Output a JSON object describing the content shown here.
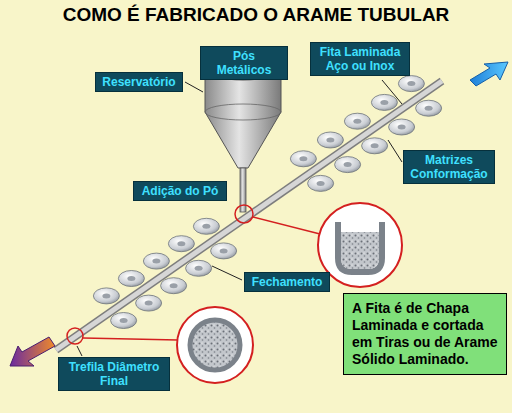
{
  "diagram": {
    "title": "COMO É FABRICADO O ARAME TUBULAR",
    "nodes": [
      {
        "text": [
          "Pós Metálicos"
        ]
      },
      {
        "text": [
          "Reservatório"
        ]
      },
      {
        "text": [
          "Fita Laminada Aço ou Inox"
        ]
      },
      {
        "text": [
          "Matrizes Conformação"
        ]
      },
      {
        "text": [
          "Adição do Pó"
        ]
      },
      {
        "text": [
          "Fechamento"
        ]
      },
      {
        "text": [
          "Trefila Diâmetro Final"
        ]
      },
      {
        "text": [
          "A Fita é de Chapa Laminada e cortada em Tiras ou de Arame Sólido Laminado."
        ]
      }
    ]
  }
}
